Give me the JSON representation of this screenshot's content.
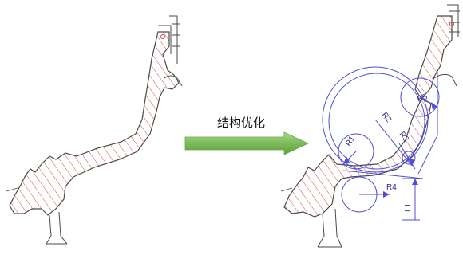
{
  "caption": "结构优化",
  "labels": {
    "r1": "R1",
    "r2": "R2",
    "r3": "R3",
    "r4": "R4",
    "r5": "R5",
    "l1": "L1"
  },
  "colors": {
    "outline": "#4a4a4a",
    "hatch": "#d94848",
    "construction": "#4f4fd6",
    "arrow_top": "#9ad07a",
    "arrow_bottom": "#5f9f3c"
  }
}
